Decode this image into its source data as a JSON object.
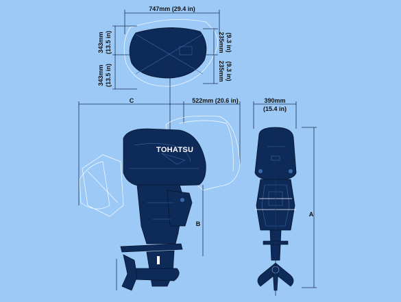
{
  "brand": "TOHATSU",
  "dimensions": {
    "top_width": "747mm (29.4 in)",
    "top_left_upper": "343mm",
    "top_left_upper_in": "(13.5 in)",
    "top_left_lower": "343mm",
    "top_left_lower_in": "(13.5 in)",
    "top_right_upper": "235mm",
    "top_right_upper_in": "(9.3 in)",
    "top_right_lower": "235mm",
    "top_right_lower_in": "(9.3 in)",
    "side_c": "C",
    "side_tilt": "522mm (20.6 in)",
    "side_b": "B",
    "front_width": "390mm",
    "front_width_in": "(15.4 in)",
    "front_a": "A"
  },
  "colors": {
    "background": "#9cc9f5",
    "engine": "#0e2a58",
    "outline": "#ffffff"
  }
}
